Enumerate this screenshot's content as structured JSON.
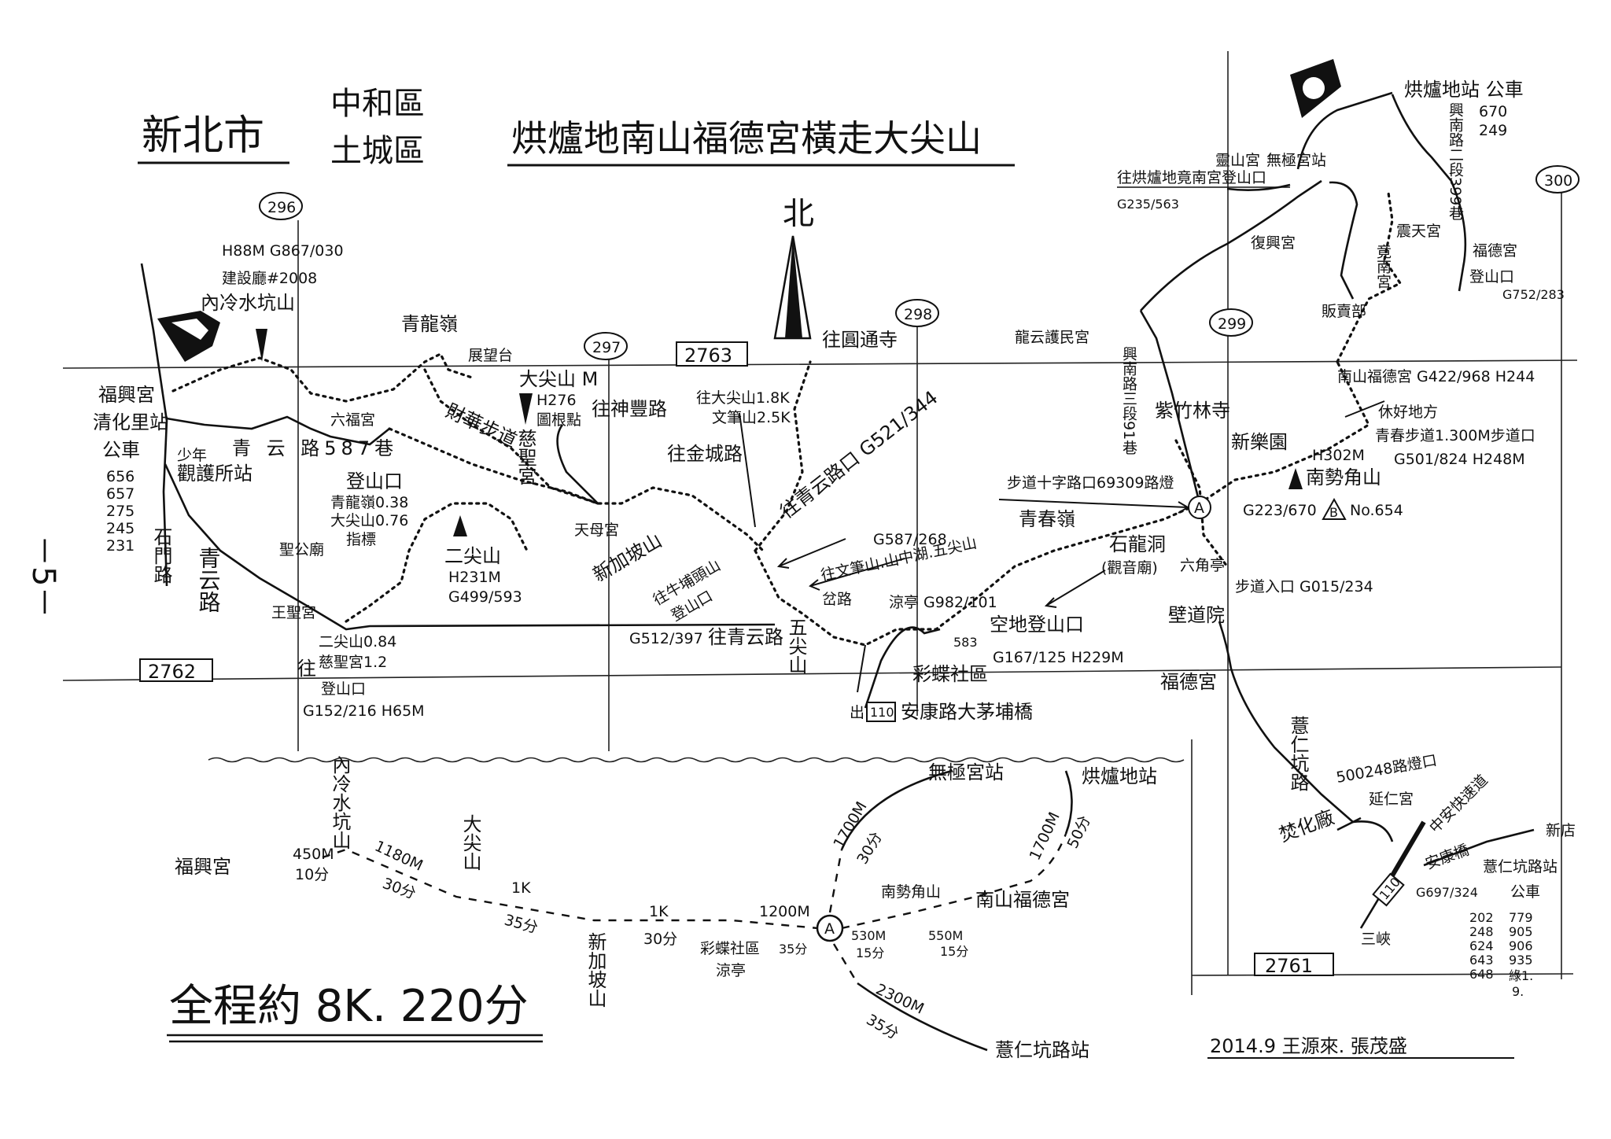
{
  "header": {
    "city": "新北市",
    "district_1": "中和區",
    "district_2": "土城區",
    "route_title": "烘爐地南山福德宮橫走大尖山",
    "page_number": "－5－",
    "north": "北"
  },
  "grid": {
    "col_296": "296",
    "col_297": "297",
    "col_298": "298",
    "col_299": "299",
    "col_300": "300",
    "row_2763": "2763",
    "row_2762": "2762",
    "row_2761": "2761"
  },
  "map": {
    "neilengshui_elev": "H88M G867/030",
    "neilengshui_mark": "建設廳#2008",
    "neilengshui": "內冷水坑山",
    "qinglongling": "青龍嶺",
    "viewpoint": "展望台",
    "dajianshan": "大尖山 M",
    "dajianshan_h": "H276",
    "dajianshan_pt": "圖根點",
    "to_shenfeng": "往神豐路",
    "fuxinggong": "福興宮",
    "qinghuali_stop": "清化里站",
    "bus": "公車",
    "bus_left": [
      "656",
      "657",
      "275",
      "245",
      "231"
    ],
    "qingyun_lane": "青 云 路587巷",
    "liufugong": "六福宮",
    "caihua_trail": "財華步道",
    "cishenggong": "慈聖宮",
    "juvenile_1": "少年",
    "juvenile_2": "觀護所站",
    "trailhead": "登山口",
    "sign_1": "青龍嶺0.38",
    "sign_2": "大尖山0.76",
    "sign_3": "指標",
    "erjianshan": "二尖山",
    "erjianshan_h": "H231M",
    "erjianshan_g": "G499/593",
    "tianmugong": "天母宮",
    "shimen_rd": "石門路",
    "qingyun_rd": "青云路",
    "shenggong_temple": "聖公廟",
    "wangshenggong": "王聖宮",
    "to": "往",
    "sign_b1": "二尖山0.84",
    "sign_b2": "慈聖宮1.2",
    "trailhead_b": "登山口",
    "trailhead_b_g": "G152/216 H65M",
    "to_dajian": "往大尖山1.8K",
    "wenbi": "文筆山2.5K",
    "to_yuantong": "往圓通寺",
    "to_jincheng": "往金城路",
    "xinjiapo": "新加坡山",
    "to_niubutou": "往牛埔頭山",
    "niubutou_trailhead": "登山口",
    "g512": "G512/397",
    "to_qingyun_junction": "往青云路口 G521/344",
    "g587": "G587/268",
    "to_wenbi": "往文筆山.山中湖.五尖山",
    "fork": "岔路",
    "to_qingyun": "往青云路",
    "wujianshan": "五尖山",
    "qingchunling": "青春嶺",
    "pavilion_g": "涼亭 G982/101",
    "open_trailhead": "空地登山口",
    "n583": "583",
    "open_g": "G167/125 H229M",
    "caidie": "彩蝶社區",
    "exit": "出",
    "exit_road": "110",
    "exit_bridge": "安康路大茅埔橋",
    "longyun": "龍云護民宮",
    "xingnan3": "興南路三段91巷",
    "zizhulin": "紫竹林寺",
    "crossroad": "步道十字路口69309路燈",
    "point_a": "A",
    "shilong": "石龍洞",
    "guanyin": "(觀音廟)",
    "hexagon_pavilion": "六角亭",
    "bidao": "壁道院",
    "trail_entry": "步道入口 G015/234",
    "fudegong": "福德宮",
    "xinleyuan": "新樂園",
    "nanshi_h": "H302M",
    "nanshijiao": "南勢角山",
    "nanshi_g": "G223/670",
    "point_b": "B",
    "nanshi_no": "No.654",
    "good_place": "休好地方",
    "youth_trail": "青春步道1.300M步道口",
    "youth_g": "G501/824 H248M",
    "nanshan_fude": "南山福德宮 G422/968 H244",
    "shop": "販賣部",
    "fude_trailhead_1": "福德宮",
    "fude_trailhead_2": "登山口",
    "fude_g": "G752/283",
    "zhentian": "震天宮",
    "jingnan": "竟南宮",
    "xingnan2": "興南路二段399巷",
    "hongludi_stop": "烘爐地站 公車",
    "hongludi_bus": [
      "670",
      "249"
    ],
    "wuji_stop": "無極宮站",
    "lingshan": "靈山宮",
    "to_hongludi": "往烘爐地竟南宮登山口",
    "hongludi_g": "G235/563",
    "fuxing": "復興宮",
    "yiren_rd": "薏仁坑路",
    "lamp": "500248路燈口",
    "yanren": "延仁宮",
    "incinerator": "焚化廠",
    "zhongan": "中安快速道",
    "ankang": "安康橋",
    "xindian": "新店",
    "yiren_stop": "薏仁坑路站",
    "bus_r": "公車",
    "g697": "G697/324",
    "road_110": "110",
    "sanxia": "三峽",
    "bus_right_1": [
      "202",
      "248",
      "624",
      "643",
      "648"
    ],
    "bus_right_2": [
      "779",
      "905",
      "906",
      "935",
      "綠1.",
      "9."
    ]
  },
  "summary": {
    "neilengshui": "內冷水坑山",
    "fuxing": "福興宮",
    "s1_dist": "450M",
    "s1_time": "10分",
    "s2_dist": "1180M",
    "s2_time": "30分",
    "dajian": "大尖山",
    "s3_dist": "1K",
    "s3_time": "35分",
    "xinjiapo": "新加坡山",
    "s4_dist": "1K",
    "s4_time": "30分",
    "caidie_1": "彩蝶社區",
    "caidie_2": "涼亭",
    "s5_time": "35分",
    "s5_dist": "1200M",
    "point_a": "A",
    "wuji": "無極宮站",
    "hongludi": "烘爐地站",
    "s6_dist": "1700M",
    "s6_time": "30分",
    "s7_dist": "1700M",
    "s7_time": "50分",
    "nanshi": "南勢角山",
    "nanshan_fude": "南山福德宮",
    "s8_dist": "530M",
    "s8_time": "15分",
    "s9_dist": "550M",
    "s9_time": "15分",
    "s10_dist": "2300M",
    "s10_time": "35分",
    "yiren_stop": "薏仁坑路站",
    "total": "全程約 8K. 220分"
  },
  "footer": {
    "credit": "2014.9  王源來. 張茂盛"
  }
}
